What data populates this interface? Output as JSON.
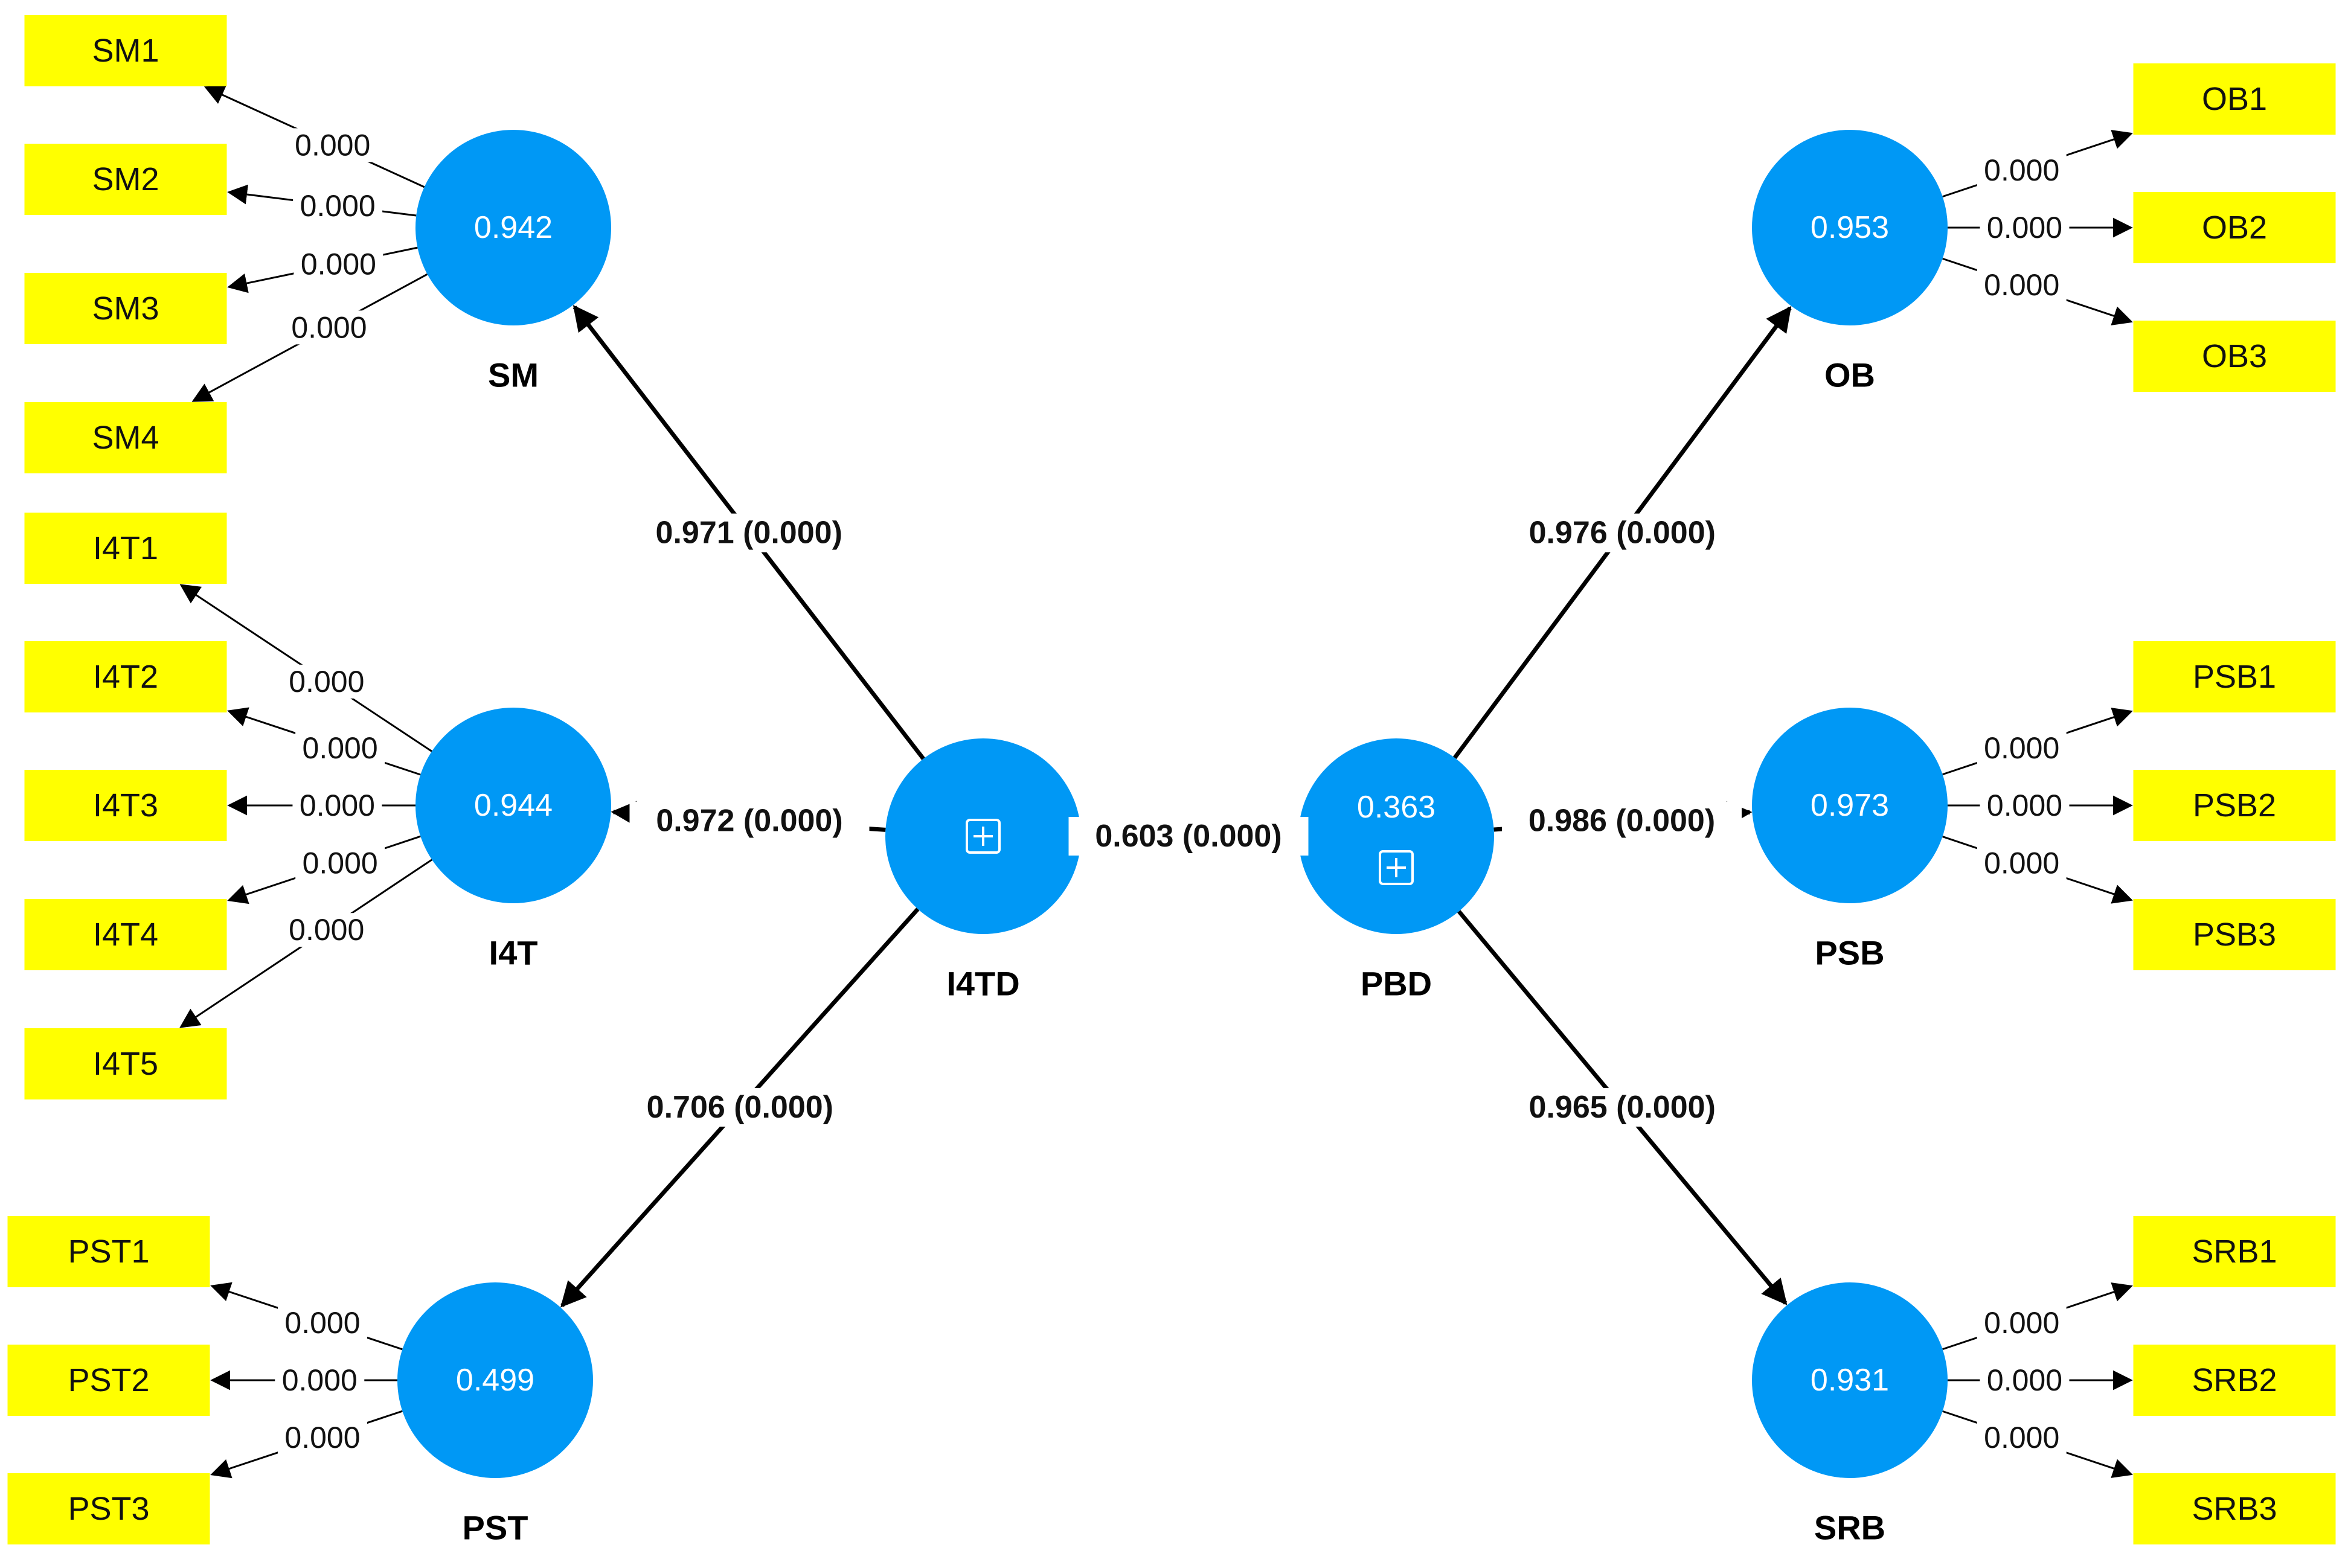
{
  "constructs": [
    {
      "id": "SM",
      "label": "SM",
      "value": "0.942",
      "expand": false
    },
    {
      "id": "I4T",
      "label": "I4T",
      "value": "0.944",
      "expand": false
    },
    {
      "id": "PST",
      "label": "PST",
      "value": "0.499",
      "expand": false
    },
    {
      "id": "I4TD",
      "label": "I4TD",
      "value": "",
      "expand": true
    },
    {
      "id": "PBD",
      "label": "PBD",
      "value": "0.363",
      "expand": true
    },
    {
      "id": "OB",
      "label": "OB",
      "value": "0.953",
      "expand": false
    },
    {
      "id": "PSB",
      "label": "PSB",
      "value": "0.973",
      "expand": false
    },
    {
      "id": "SRB",
      "label": "SRB",
      "value": "0.931",
      "expand": false
    }
  ],
  "indicators": [
    {
      "label": "SM1",
      "construct": "SM",
      "loading": "0.000"
    },
    {
      "label": "SM2",
      "construct": "SM",
      "loading": "0.000"
    },
    {
      "label": "SM3",
      "construct": "SM",
      "loading": "0.000"
    },
    {
      "label": "SM4",
      "construct": "SM",
      "loading": "0.000"
    },
    {
      "label": "I4T1",
      "construct": "I4T",
      "loading": "0.000"
    },
    {
      "label": "I4T2",
      "construct": "I4T",
      "loading": "0.000"
    },
    {
      "label": "I4T3",
      "construct": "I4T",
      "loading": "0.000"
    },
    {
      "label": "I4T4",
      "construct": "I4T",
      "loading": "0.000"
    },
    {
      "label": "I4T5",
      "construct": "I4T",
      "loading": "0.000"
    },
    {
      "label": "PST1",
      "construct": "PST",
      "loading": "0.000"
    },
    {
      "label": "PST2",
      "construct": "PST",
      "loading": "0.000"
    },
    {
      "label": "PST3",
      "construct": "PST",
      "loading": "0.000"
    },
    {
      "label": "OB1",
      "construct": "OB",
      "loading": "0.000"
    },
    {
      "label": "OB2",
      "construct": "OB",
      "loading": "0.000"
    },
    {
      "label": "OB3",
      "construct": "OB",
      "loading": "0.000"
    },
    {
      "label": "PSB1",
      "construct": "PSB",
      "loading": "0.000"
    },
    {
      "label": "PSB2",
      "construct": "PSB",
      "loading": "0.000"
    },
    {
      "label": "PSB3",
      "construct": "PSB",
      "loading": "0.000"
    },
    {
      "label": "SRB1",
      "construct": "SRB",
      "loading": "0.000"
    },
    {
      "label": "SRB2",
      "construct": "SRB",
      "loading": "0.000"
    },
    {
      "label": "SRB3",
      "construct": "SRB",
      "loading": "0.000"
    }
  ],
  "paths": [
    {
      "from": "I4TD",
      "to": "SM",
      "label": "0.971 (0.000)"
    },
    {
      "from": "I4TD",
      "to": "I4T",
      "label": "0.972 (0.000)"
    },
    {
      "from": "I4TD",
      "to": "PST",
      "label": "0.706 (0.000)"
    },
    {
      "from": "I4TD",
      "to": "PBD",
      "label": "0.603 (0.000)"
    },
    {
      "from": "PBD",
      "to": "OB",
      "label": "0.976 (0.000)"
    },
    {
      "from": "PBD",
      "to": "PSB",
      "label": "0.986 (0.000)"
    },
    {
      "from": "PBD",
      "to": "SRB",
      "label": "0.965 (0.000)"
    }
  ],
  "colors": {
    "construct_fill": "#0098f5",
    "indicator_fill": "#ffff00",
    "edge": "#000000",
    "background": "#ffffff"
  }
}
